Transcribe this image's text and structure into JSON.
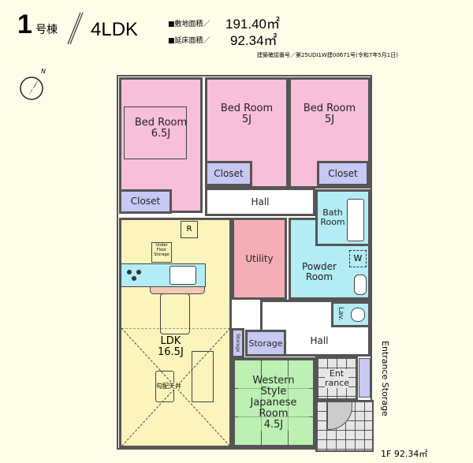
{
  "header": {
    "building_number": "1",
    "building_suffix": "号棟",
    "layout_type": "4LDK",
    "site_area_label": "■敷地面積／",
    "site_area_value": "191.40㎡",
    "floor_area_label": "■延床面積／",
    "floor_area_value": "92.34㎡",
    "permit": "建築確認番号／第25UDI1W建00671号(令和7年5月1日)"
  },
  "compass": {
    "north_label": "N"
  },
  "rooms": {
    "bedroom1": {
      "name": "Bed Room",
      "size": "6.5J"
    },
    "bedroom2": {
      "name": "Bed Room",
      "size": "5J"
    },
    "bedroom3": {
      "name": "Bed Room",
      "size": "5J"
    },
    "closet": "Closet",
    "hall": "Hall",
    "bath": "Bath Room",
    "utility": "Utility",
    "powder": "Powder Room",
    "w_mark": "W",
    "fridge": "R",
    "underfloor": "Under Floor Storage",
    "ldk": {
      "name": "LDK",
      "size": "16.5J"
    },
    "sloped_ceiling": "勾配天井",
    "storage": "Storage",
    "western": {
      "name": "Western Style Japanese Room",
      "size": "4.5J"
    },
    "lav": "Lav.",
    "entrance": "Ent rance",
    "entrance_storage": "Entrance Storage"
  },
  "floor_label": "1F 92.34㎡"
}
